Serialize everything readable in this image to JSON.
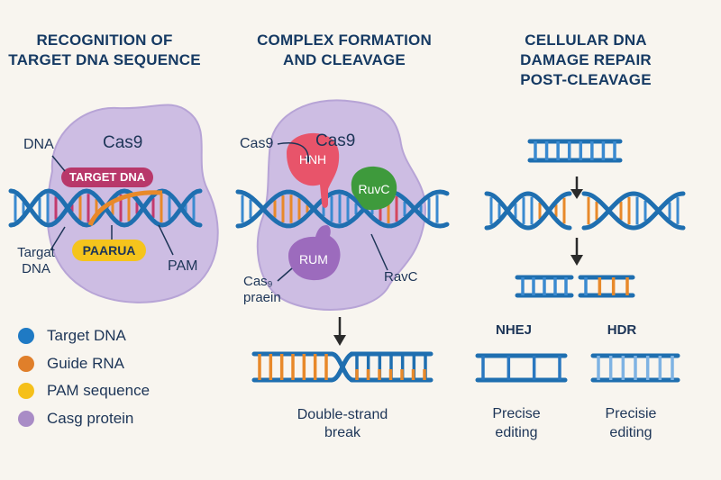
{
  "panels": [
    {
      "title_lines": [
        "RECOGNITION OF",
        "TARGET DNA SEQUENCE"
      ],
      "labels": {
        "protein": "Cas9",
        "dna": "DNA",
        "target_badge": "TARGET DNA",
        "pam_badge": "PAARUA",
        "target_dna_line1": "Targat",
        "target_dna_line2": "DNA",
        "pam": "PAM"
      }
    },
    {
      "title_lines": [
        "COMPLEX FORMATION",
        "AND CLEAVAGE"
      ],
      "labels": {
        "protein": "Cas9",
        "cas9_pointer": "Cas9",
        "hnh": "HNH",
        "ruvc": "RuvC",
        "rum": "RUM",
        "cas9_protein_line1": "Cas₉",
        "cas9_protein_line2": "praein",
        "ravc": "RavC",
        "result_line1": "Double-strand",
        "result_line2": "break"
      }
    },
    {
      "title_lines": [
        "CELLULAR DNA",
        "DAMAGE REPAIR",
        "POST-CLEAVAGE"
      ],
      "labels": {
        "nhej": "NHEJ",
        "hdr": "HDR",
        "nhej_result_line1": "Precise",
        "nhej_result_line2": "editing",
        "hdr_result_line1": "Precisie",
        "hdr_result_line2": "editing"
      }
    }
  ],
  "legend": [
    {
      "label": "Target DNA",
      "color": "#1f7ac4"
    },
    {
      "label": "Guide RNA",
      "color": "#e07f2a"
    },
    {
      "label": "PAM sequence",
      "color": "#f5c01a"
    },
    {
      "label": "Casg protein",
      "color": "#a98cc6"
    }
  ],
  "colors": {
    "dna": "#1f6fb0",
    "rna": "#e8892a",
    "pam": "#f5c41c",
    "protein": "#cdbde3",
    "protein_outline": "#a995cc",
    "target_badge": "#b8386a",
    "hnh": "#e8546a",
    "ruvc": "#3e9a3c",
    "rum": "#9c6bbd",
    "arrow": "#2b2b2b"
  }
}
